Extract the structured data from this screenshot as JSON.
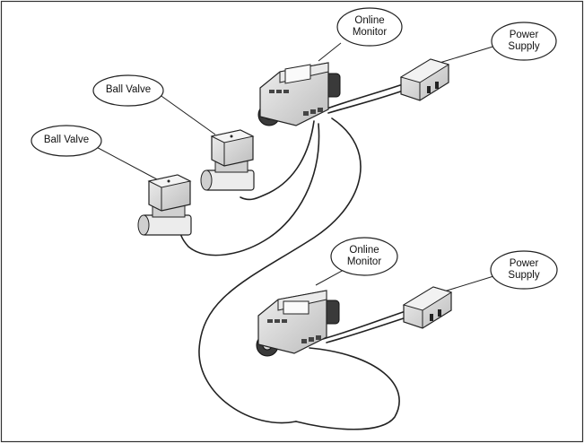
{
  "labels": {
    "online_monitor_top": [
      "Online",
      "Monitor"
    ],
    "power_supply_top": [
      "Power",
      "Supply"
    ],
    "ball_valve_right": "Ball Valve",
    "ball_valve_left": "Ball Valve",
    "online_monitor_bottom": [
      "Online",
      "Monitor"
    ],
    "power_supply_bottom": [
      "Power",
      "Supply"
    ]
  },
  "colors": {
    "line": "#222222",
    "border": "#333333",
    "device_face": "#d9d9d9",
    "device_side": "#a8a8a8",
    "device_dark": "#3a3a3a",
    "background": "#ffffff"
  }
}
